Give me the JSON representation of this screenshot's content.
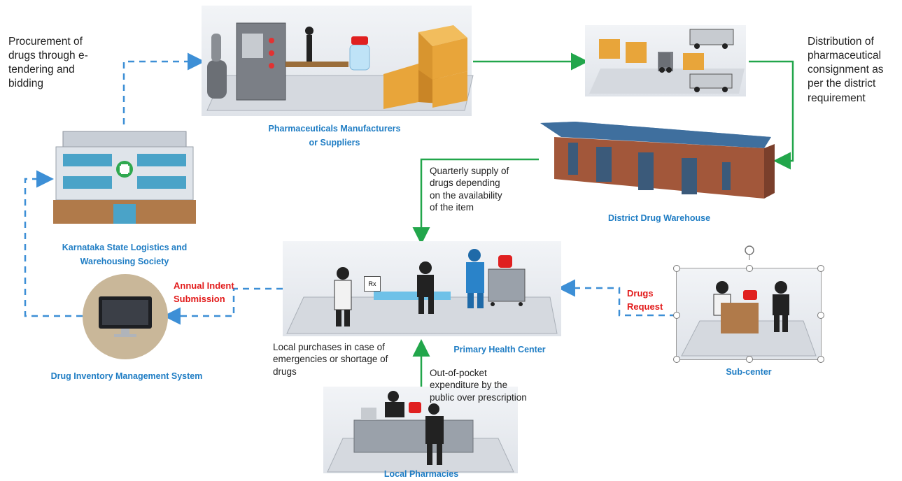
{
  "nodes": {
    "manufacturer": {
      "label": "Pharmaceuticals Manufacturers\nor Suppliers"
    },
    "warehouse": {
      "label": "District Drug Warehouse"
    },
    "state_society": {
      "label": "Karnataka State Logistics and\nWarehousing Society"
    },
    "inventory_system": {
      "label": "Drug Inventory Management System"
    },
    "phc": {
      "label": "Primary Health Center",
      "rx": "Rx"
    },
    "subcenter": {
      "label": "Sub-center"
    },
    "local_pharmacies": {
      "label": "Local Pharmacies"
    }
  },
  "notes": {
    "procurement": "Procurement of\ndrugs through e-\ntendering and\nbidding",
    "distribution": "Distribution of\npharmaceutical\nconsignment as\nper the district\nrequirement",
    "quarterly": "Quarterly supply of\ndrugs depending\non the availability\nof the item",
    "local_purchase": "Local purchases in case of\nemergencies or shortage of\ndrugs",
    "out_of_pocket": "Out-of-pocket\nexpenditure by the\npublic over prescription"
  },
  "edge_labels": {
    "annual_indent": "Annual Indent\nSubmission",
    "drugs_request": "Drugs\nRequest"
  },
  "colors": {
    "caption_blue": "#1f7dc4",
    "edge_red": "#e21b1b",
    "flow_green": "#22a64b",
    "info_blue_dashed": "#3d8fd6"
  },
  "icons": [
    "building-icon",
    "computer-monitor-icon",
    "factory-machine-icon",
    "box-icon",
    "truck-icon",
    "forklift-icon",
    "doctor-icon",
    "person-icon",
    "medicine-bottle-icon"
  ]
}
